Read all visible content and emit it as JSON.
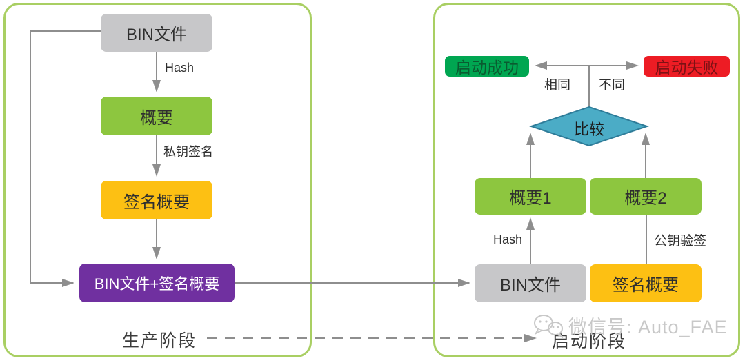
{
  "production_panel": {
    "stage_label": "生产阶段",
    "bin_file_box": "BIN文件",
    "digest_box": "概要",
    "signed_digest_box": "签名概要",
    "combined_box": "BIN文件+签名概要",
    "hash_label": "Hash",
    "private_key_sign_label": "私钥签名"
  },
  "boot_panel": {
    "stage_label": "启动阶段",
    "boot_success_box": "启动成功",
    "boot_fail_box": "启动失败",
    "same_label": "相同",
    "different_label": "不同",
    "compare_diamond": "比较",
    "digest1_box": "概要1",
    "digest2_box": "概要2",
    "bin_file_box": "BIN文件",
    "signed_digest_box": "签名概要",
    "hash_label": "Hash",
    "public_key_verify_label": "公钥验签"
  },
  "watermark": {
    "wechat_id": "微信号: Auto_FAE"
  },
  "colors": {
    "panel_border": "#a9cf63",
    "gray_box": "#c7c7c9",
    "green_box": "#8dc63f",
    "yellow_box": "#fdc013",
    "purple_box": "#7030a0",
    "success_green": "#00a651",
    "fail_red": "#ed1c24",
    "diamond_blue": "#4bacc6",
    "diamond_border": "#2e7c99",
    "connector_gray": "#8e8e8e"
  }
}
